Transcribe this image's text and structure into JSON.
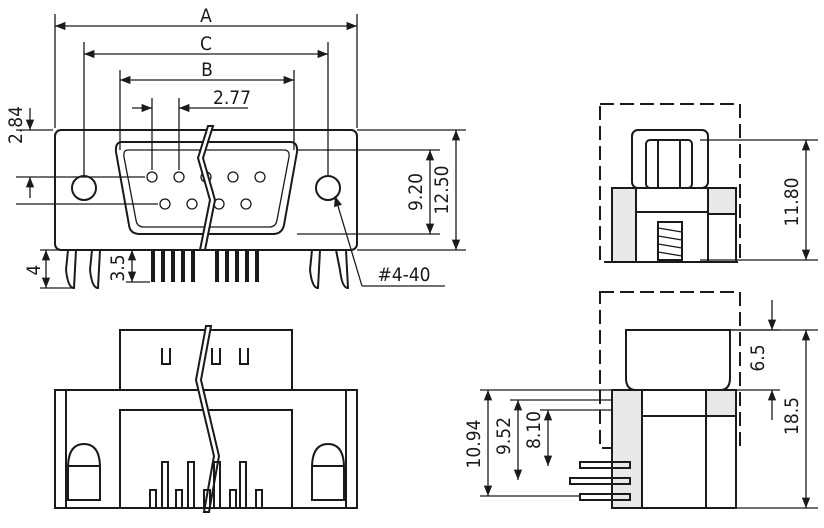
{
  "drawing": {
    "labels": {
      "A": "A",
      "C": "C",
      "B": "B",
      "pitch": "2.77",
      "top_offset": "2.84",
      "hole_spacing": "9.20",
      "body_height": "12.50",
      "leg_length": "4",
      "pin_length": "3.5",
      "screw": "#4-40",
      "side_height": "11.80",
      "shell_height": "6.5",
      "total_height": "18.5",
      "h1": "10.94",
      "h2": "9.52",
      "h3": "8.10"
    }
  }
}
